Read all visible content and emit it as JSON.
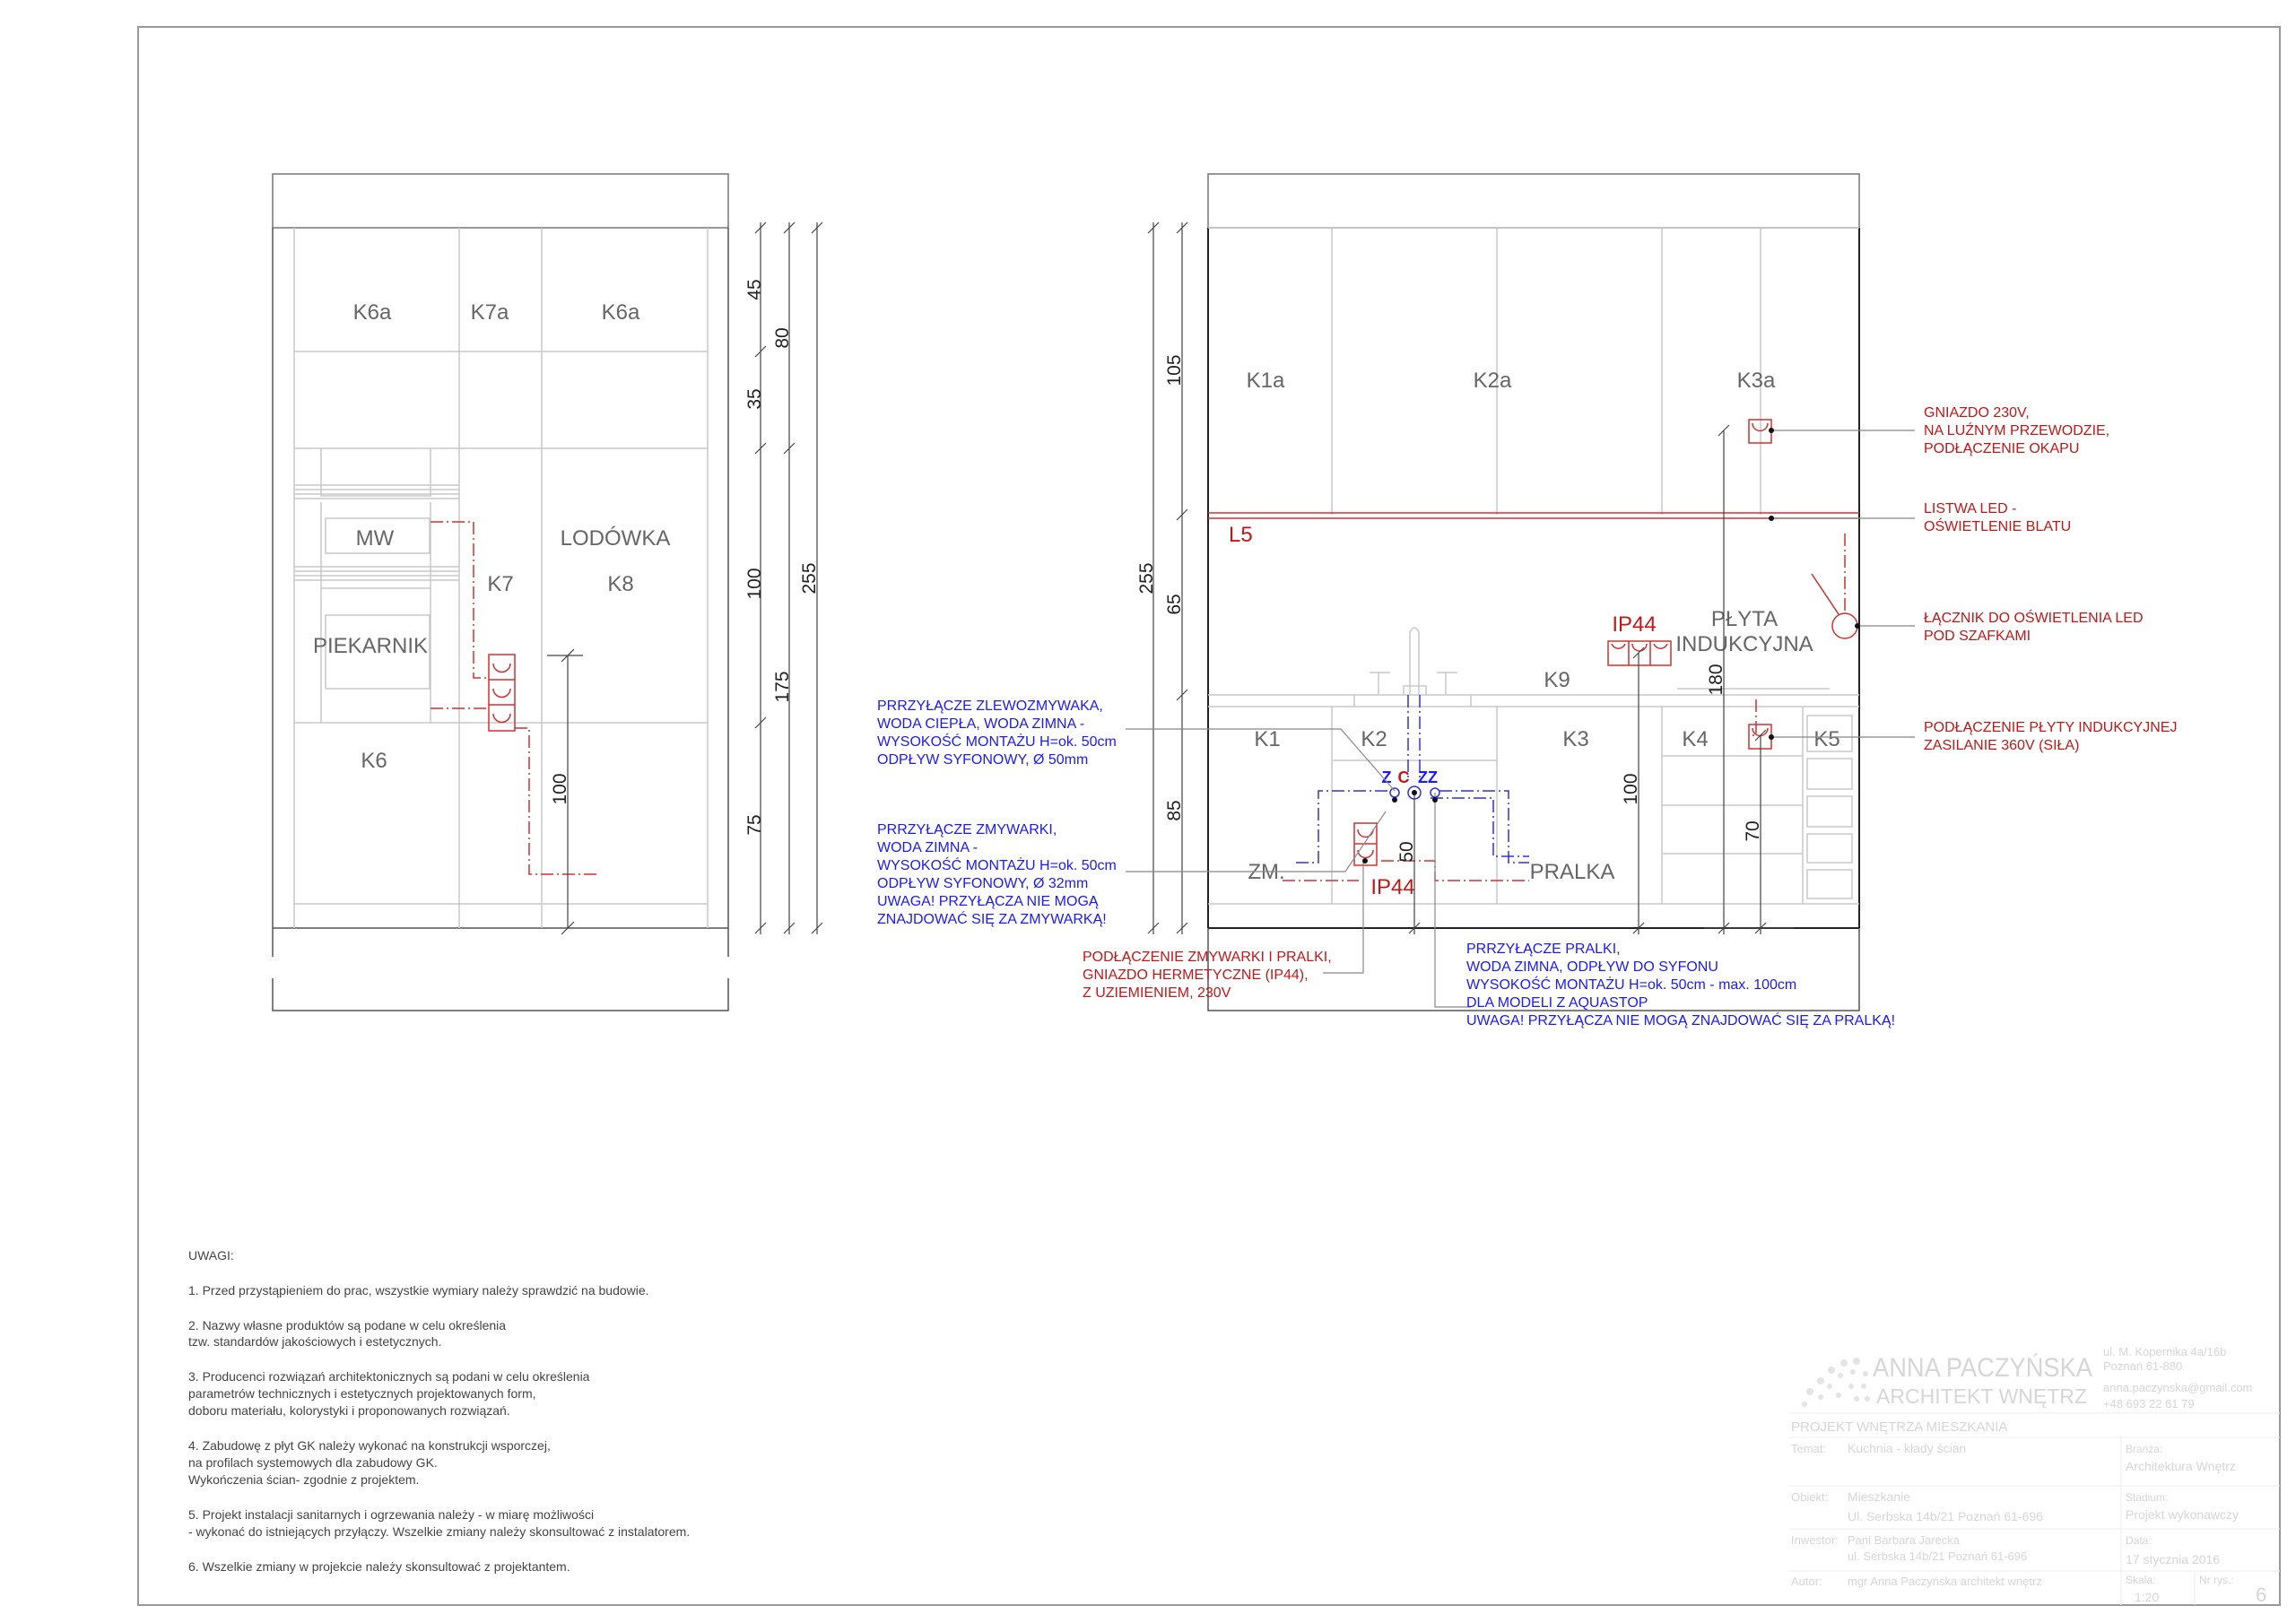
{
  "left_elevation": {
    "labels": [
      "K6a",
      "K7a",
      "K6a",
      "MW",
      "LODÓWKA",
      "K7",
      "K8",
      "PIEKARNIK",
      "K6"
    ],
    "dims": [
      "45",
      "35",
      "100",
      "75",
      "80",
      "175",
      "255",
      "100"
    ]
  },
  "right_elevation": {
    "labels": [
      "K1a",
      "K2a",
      "K3a",
      "K1",
      "K2",
      "K3",
      "K4",
      "K5",
      "K9",
      "PŁYTA",
      "INDUKCYJNA",
      "ZM.",
      "PRALKA"
    ],
    "red_labels": [
      "L5",
      "IP44",
      "IP44"
    ],
    "pipe_labels": {
      "z1": "Z",
      "c": "C",
      "z2": "ZZ"
    },
    "dims": [
      "255",
      "105",
      "65",
      "85",
      "100",
      "180",
      "70",
      "50"
    ]
  },
  "annotations": {
    "sink": [
      "PRRZYŁĄCZE ZLEWOZMYWAKA,",
      "WODA CIEPŁA, WODA ZIMNA -",
      "WYSOKOŚĆ MONTAŻU H=ok. 50cm",
      "ODPŁYW SYFONOWY, Ø 50mm"
    ],
    "dishwasher": [
      "PRRZYŁĄCZE ZMYWARKI,",
      "WODA ZIMNA -",
      "WYSOKOŚĆ MONTAŻU H=ok. 50cm",
      "ODPŁYW SYFONOWY, Ø 32mm",
      "UWAGA! PRZYŁĄCZA NIE MOGĄ",
      "ZNAJDOWAĆ SIĘ ZA ZMYWARKĄ!"
    ],
    "socket_ip44": [
      "PODŁĄCZENIE ZMYWARKI I PRALKI,",
      "GNIAZDO HERMETYCZNE (IP44),",
      "Z UZIEMIENIEM, 230V"
    ],
    "washer": [
      "PRRZYŁĄCZE PRALKI,",
      "WODA ZIMNA, ODPŁYW DO SYFONU",
      "WYSOKOŚĆ MONTAŻU H=ok. 50cm - max. 100cm",
      "DLA MODELI Z AQUASTOP",
      "UWAGA! PRZYŁĄCZA NIE MOGĄ ZNAJDOWAĆ SIĘ ZA PRALKĄ!"
    ],
    "hood_socket": [
      "GNIAZDO 230V,",
      "NA LUŹNYM PRZEWODZIE,",
      "PODŁĄCZENIE OKAPU"
    ],
    "led_strip": [
      "LISTWA LED -",
      "OŚWIETLENIE BLATU"
    ],
    "led_switch": [
      "ŁĄCZNIK DO OŚWIETLENIA LED",
      "POD SZAFKAMI"
    ],
    "hob": [
      "PODŁĄCZENIE PŁYTY INDUKCYJNEJ",
      "ZASILANIE 360V (SIŁA)"
    ]
  },
  "notes": {
    "title": "UWAGI:",
    "lines": [
      "1. Przed przystąpieniem do prac, wszystkie wymiary należy sprawdzić na budowie.",
      "2. Nazwy własne produktów są podane w celu określenia",
      "tzw. standardów jakościowych i estetycznych.",
      "3. Producenci rozwiązań architektonicznych są podani w celu określenia",
      "parametrów technicznych i estetycznych projektowanych form,",
      "doboru materiału, kolorystyki i proponowanych rozwiązań.",
      "4. Zabudowę z płyt GK należy wykonać na konstrukcji wsporczej,",
      "na profilach systemowych dla zabudowy GK.",
      "Wykończenia ścian- zgodnie z projektem.",
      "5. Projekt instalacji sanitarnych i ogrzewania należy - w miarę możliwości",
      "- wykonać do istniejących przyłączy. Wszelkie zmiany należy skonsultować z instalatorem.",
      "6. Wszelkie zmiany w projekcie należy skonsultować z projektantem."
    ]
  },
  "title_block": {
    "logo_name": "ANNA PACZYŃSKA",
    "logo_sub": "ARCHITEKT WNĘTRZ",
    "address": [
      "ul. M. Kopernika 4a/16b",
      "Poznań 61-880",
      "anna.paczynska@gmail.com",
      "+48 693 22 61 79"
    ],
    "project": "PROJEKT WNĘTRZA MIESZKANIA",
    "temat_label": "Temat:",
    "temat": "Kuchnia - kłady ścian",
    "obiekt_label": "Obiekt:",
    "obiekt": [
      "Mieszkanie",
      "Ul. Serbska 14b/21 Poznań 61-696"
    ],
    "inwestor_label": "Inwestor:",
    "inwestor": [
      "Pani Barbara Jarecka",
      "ul. Serbska 14b/21 Poznań 61-696"
    ],
    "autor_label": "Autor:",
    "autor": "mgr Anna  Paczyńska architekt wnętrz",
    "branza_label": "Branża:",
    "branza": "Architektura Wnętrz",
    "stadium_label": "Stadium:",
    "stadium": "Projekt wykonawczy",
    "data_label": "Data:",
    "data": "17 stycznia 2016",
    "skala_label": "Skala:",
    "skala": "1:20",
    "nr_label": "Nr rys.:",
    "nr": "6"
  },
  "colors": {
    "electric": "#c01818",
    "plumbing": "#1a1aff",
    "lines": "#c8c8c8"
  }
}
